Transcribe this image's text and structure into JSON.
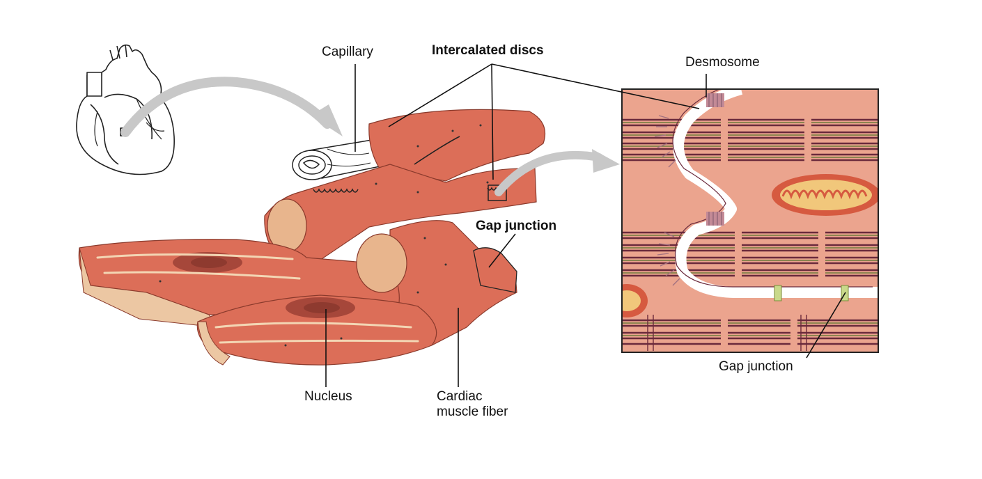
{
  "figure": {
    "labels": {
      "capillary": "Capillary",
      "intercalated_discs": "Intercalated discs",
      "desmosome": "Desmosome",
      "gap_junction_main": "Gap junction",
      "gap_junction_inset": "Gap junction",
      "nucleus": "Nucleus",
      "cardiac_fiber_line1": "Cardiac",
      "cardiac_fiber_line2": "muscle fiber"
    },
    "colors": {
      "muscle": "#dc6e58",
      "muscle_dark": "#b7513e",
      "inset_background": "#eba48e",
      "myofibril_dark": "#6b2a3c",
      "myofibril_green": "#6e7a3a",
      "mitochondria": "#f1c77b",
      "nucleus": "#a6473a",
      "arrow_gray": "#c8c8c8",
      "gap_junction": "#c9d98a",
      "desmosome": "#a07080"
    }
  }
}
